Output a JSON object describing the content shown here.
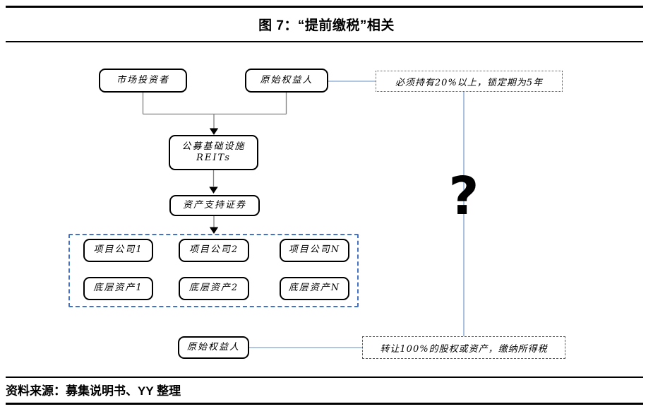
{
  "figure": {
    "title": "图 7：“提前缴税”相关",
    "source": "资料来源：募集说明书、YY 整理"
  },
  "colors": {
    "group_dashed_border": "#4472C4",
    "connector_blue": "#95B3D7",
    "connector_gray": "#808080",
    "node_border": "#000000",
    "rule": "#000000"
  },
  "nodes": {
    "market_investor": "市场投资者",
    "original_holder_top": "原始权益人",
    "hold_note": "必须持有20%以上，锁定期为5年",
    "reits_line1": "公募基础设施",
    "reits_line2": "REITs",
    "abs": "资产支持证券",
    "project_companies": [
      "项目公司1",
      "项目公司2",
      "项目公司N"
    ],
    "underlying_assets": [
      "底层资产1",
      "底层资产2",
      "底层资产N"
    ],
    "question_mark": "?",
    "original_holder_bottom": "原始权益人",
    "transfer_note": "转让100%的股权或资产，缴纳所得税"
  }
}
